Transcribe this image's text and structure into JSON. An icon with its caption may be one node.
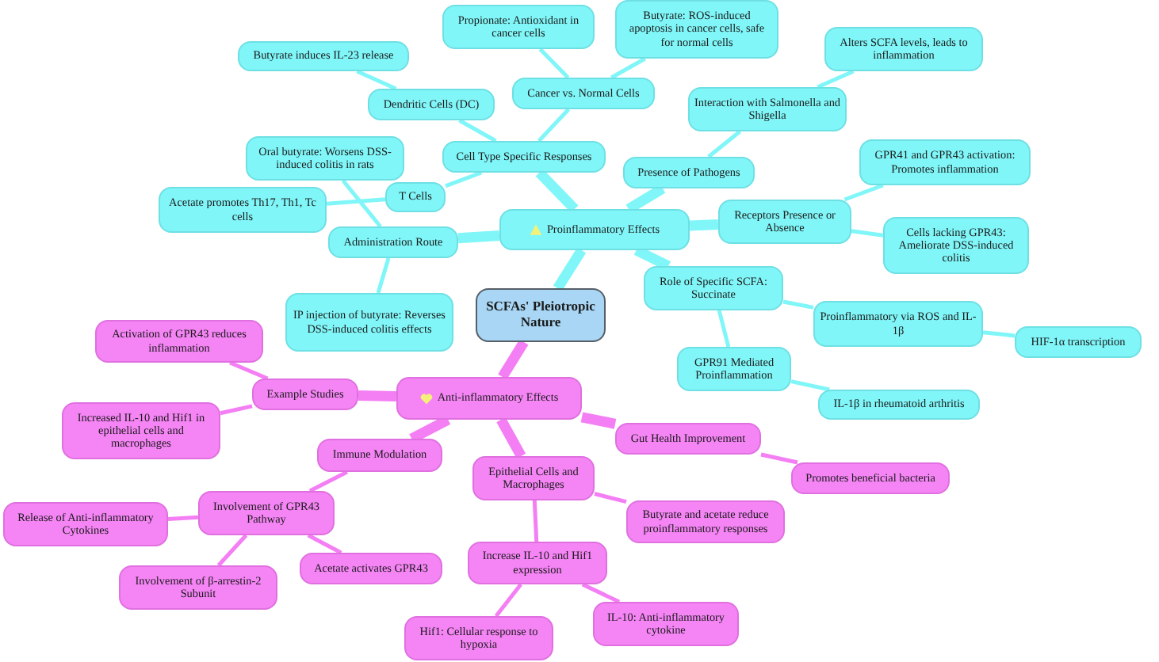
{
  "diagram": {
    "nodes": [
      {
        "text": [
          "SCFAs' Pleiotropic Nature"
        ]
      },
      {
        "text": [
          "Proinflammatory Effects"
        ]
      },
      {
        "text": [
          "Cell Type Specific Responses"
        ]
      },
      {
        "text": [
          "Dendritic Cells (DC)"
        ]
      },
      {
        "text": [
          "Butyrate induces IL-23 release"
        ]
      },
      {
        "text": [
          "Cancer vs. Normal Cells"
        ]
      },
      {
        "text": [
          "Propionate: Antioxidant in cancer cells"
        ]
      },
      {
        "text": [
          "Butyrate: ROS-induced apoptosis in cancer cells, safe for normal cells"
        ]
      },
      {
        "text": [
          "T Cells"
        ]
      },
      {
        "text": [
          "Oral butyrate: Worsens DSS-induced colitis in rats"
        ]
      },
      {
        "text": [
          "Acetate promotes Th17, Th1, Tc cells"
        ]
      },
      {
        "text": [
          "Administration Route"
        ]
      },
      {
        "text": [
          "IP injection of butyrate: Reverses DSS-induced colitis effects"
        ]
      },
      {
        "text": [
          "Presence of Pathogens"
        ]
      },
      {
        "text": [
          "Interaction with Salmonella and Shigella"
        ]
      },
      {
        "text": [
          "Alters SCFA levels, leads to inflammation"
        ]
      },
      {
        "text": [
          "Receptors Presence or Absence"
        ]
      },
      {
        "text": [
          "GPR41 and GPR43 activation: Promotes inflammation"
        ]
      },
      {
        "text": [
          "Cells lacking GPR43: Ameliorate DSS-induced colitis"
        ]
      },
      {
        "text": [
          "Role of Specific SCFA: Succinate"
        ]
      },
      {
        "text": [
          "Proinflammatory via ROS and IL-1β"
        ]
      },
      {
        "text": [
          "HIF-1α transcription"
        ]
      },
      {
        "text": [
          "GPR91 Mediated Proinflammation"
        ]
      },
      {
        "text": [
          "IL-1β in rheumatoid arthritis"
        ]
      },
      {
        "text": [
          "Anti-inflammatory Effects"
        ]
      },
      {
        "text": [
          "Example Studies"
        ]
      },
      {
        "text": [
          "Activation of GPR43 reduces inflammation"
        ]
      },
      {
        "text": [
          "Increased IL-10 and Hif1 in epithelial cells and macrophages"
        ]
      },
      {
        "text": [
          "Immune Modulation"
        ]
      },
      {
        "text": [
          "Involvement of GPR43 Pathway"
        ]
      },
      {
        "text": [
          "Release of Anti-inflammatory Cytokines"
        ]
      },
      {
        "text": [
          "Involvement of β-arrestin-2 Subunit"
        ]
      },
      {
        "text": [
          "Acetate activates GPR43"
        ]
      },
      {
        "text": [
          "Epithelial Cells and Macrophages"
        ]
      },
      {
        "text": [
          "Increase IL-10 and Hif1 expression"
        ]
      },
      {
        "text": [
          "Hif1: Cellular response to hypoxia"
        ]
      },
      {
        "text": [
          "IL-10: Anti-inflammatory cytokine"
        ]
      },
      {
        "text": [
          "Butyrate and acetate reduce proinflammatory responses"
        ]
      },
      {
        "text": [
          "Gut Health Improvement"
        ]
      },
      {
        "text": [
          "Promotes beneficial bacteria"
        ]
      }
    ],
    "edges": [
      {
        "from": 0,
        "to": 1,
        "arrow": "none",
        "style": "thick"
      },
      {
        "from": 1,
        "to": 2,
        "arrow": "none",
        "style": "thick"
      },
      {
        "from": 2,
        "to": 3,
        "arrow": "none"
      },
      {
        "from": 3,
        "to": 4,
        "arrow": "none"
      },
      {
        "from": 2,
        "to": 5,
        "arrow": "none"
      },
      {
        "from": 5,
        "to": 6,
        "arrow": "none"
      },
      {
        "from": 5,
        "to": 7,
        "arrow": "none"
      },
      {
        "from": 2,
        "to": 8,
        "arrow": "none"
      },
      {
        "from": 8,
        "to": 10,
        "arrow": "none"
      },
      {
        "from": 1,
        "to": 11,
        "arrow": "none",
        "style": "thick"
      },
      {
        "from": 11,
        "to": 9,
        "arrow": "none"
      },
      {
        "from": 11,
        "to": 12,
        "arrow": "none"
      },
      {
        "from": 1,
        "to": 13,
        "arrow": "none",
        "style": "thick"
      },
      {
        "from": 13,
        "to": 14,
        "arrow": "none"
      },
      {
        "from": 14,
        "to": 15,
        "arrow": "none"
      },
      {
        "from": 1,
        "to": 16,
        "arrow": "none",
        "style": "thick"
      },
      {
        "from": 16,
        "to": 17,
        "arrow": "none"
      },
      {
        "from": 16,
        "to": 18,
        "arrow": "none"
      },
      {
        "from": 1,
        "to": 19,
        "arrow": "none",
        "style": "thick"
      },
      {
        "from": 19,
        "to": 20,
        "arrow": "none"
      },
      {
        "from": 20,
        "to": 21,
        "arrow": "none"
      },
      {
        "from": 19,
        "to": 22,
        "arrow": "none"
      },
      {
        "from": 22,
        "to": 23,
        "arrow": "none"
      },
      {
        "from": 0,
        "to": 24,
        "arrow": "none",
        "style": "thick",
        "color": "#f47ff4"
      },
      {
        "from": 24,
        "to": 25,
        "arrow": "none",
        "style": "thick",
        "color": "#f47ff4"
      },
      {
        "from": 25,
        "to": 26,
        "arrow": "none",
        "color": "#f47ff4"
      },
      {
        "from": 25,
        "to": 27,
        "arrow": "none",
        "color": "#f47ff4"
      },
      {
        "from": 24,
        "to": 28,
        "arrow": "none",
        "style": "thick",
        "color": "#f47ff4"
      },
      {
        "from": 28,
        "to": 29,
        "arrow": "none",
        "color": "#f47ff4"
      },
      {
        "from": 29,
        "to": 30,
        "arrow": "none",
        "color": "#f47ff4"
      },
      {
        "from": 29,
        "to": 31,
        "arrow": "none",
        "color": "#f47ff4"
      },
      {
        "from": 29,
        "to": 32,
        "arrow": "none",
        "color": "#f47ff4"
      },
      {
        "from": 24,
        "to": 33,
        "arrow": "none",
        "style": "thick",
        "color": "#f47ff4"
      },
      {
        "from": 33,
        "to": 34,
        "arrow": "none",
        "color": "#f47ff4"
      },
      {
        "from": 34,
        "to": 35,
        "arrow": "none",
        "color": "#f47ff4"
      },
      {
        "from": 34,
        "to": 36,
        "arrow": "none",
        "color": "#f47ff4"
      },
      {
        "from": 33,
        "to": 37,
        "arrow": "none",
        "color": "#f47ff4"
      },
      {
        "from": 24,
        "to": 38,
        "arrow": "none",
        "style": "thick",
        "color": "#f47ff4"
      },
      {
        "from": 38,
        "to": 39,
        "arrow": "none",
        "color": "#f47ff4"
      }
    ]
  }
}
